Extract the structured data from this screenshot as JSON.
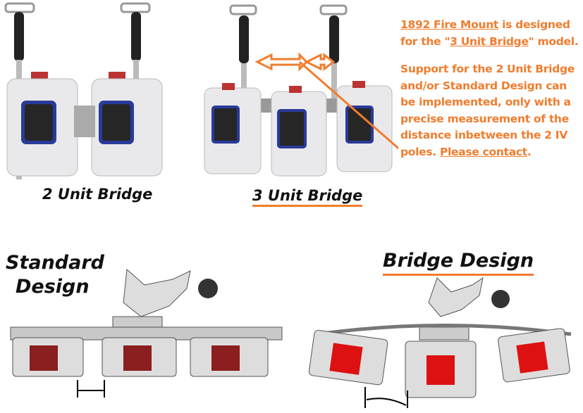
{
  "info": {
    "product_link": "1892 Fire Mount",
    "line1_rest": " is designed for the \"",
    "model_link": "3 Unit Bridge",
    "line1_end": "\" model.",
    "support_text": "Support for the 2 Unit Bridge and/or Standard Design can be implemented, only with a precise measurement of the distance inbetween the 2 IV poles. ",
    "contact_link": "Please contact",
    "contact_end": "."
  },
  "captions": {
    "two_unit": "2 Unit Bridge",
    "three_unit": "3 Unit Bridge",
    "standard_line1": "Standard",
    "standard_line2": "Design",
    "bridge": "Bridge Design"
  },
  "colors": {
    "accent": "#f07d2e",
    "red_block": "#8b1e1e"
  }
}
